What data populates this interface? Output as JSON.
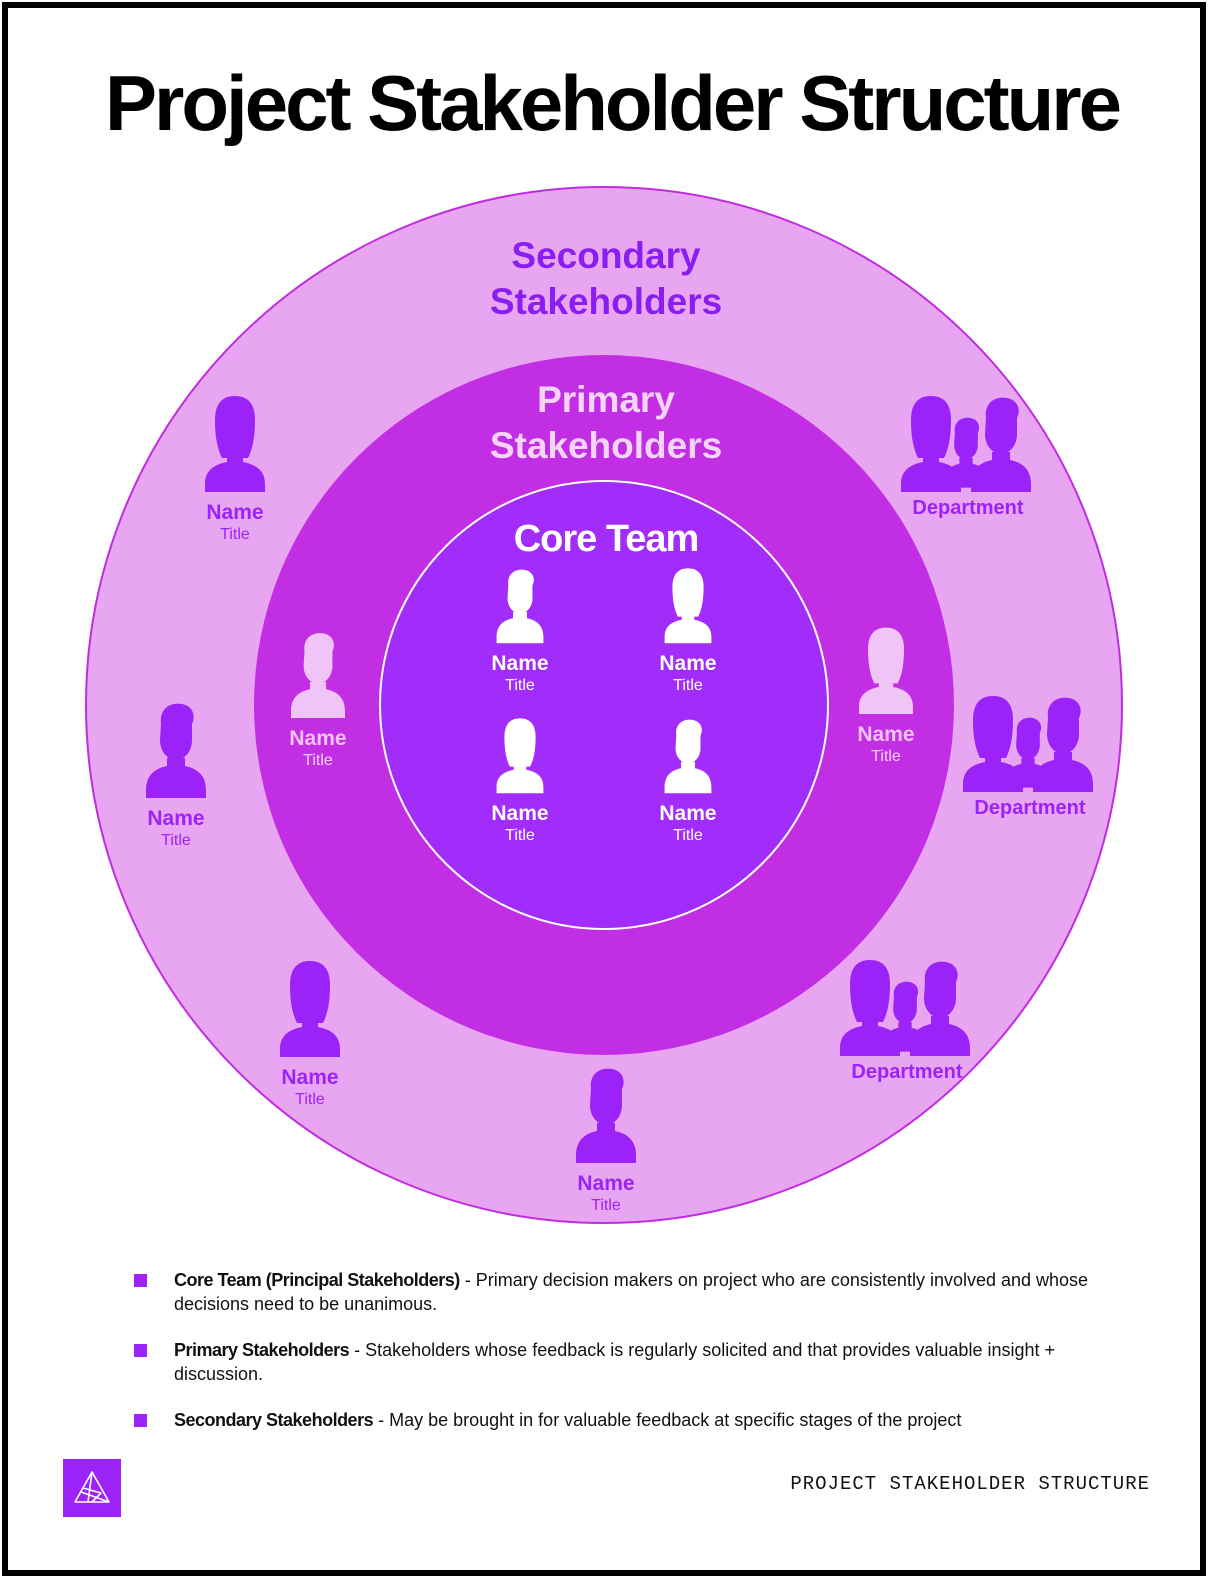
{
  "title": "Project Stakeholder Structure",
  "colors": {
    "secondary_ring": "#e8a6f2",
    "primary_ring": "#c22ee3",
    "core_circle": "#a22cf9",
    "accent": "#9b23f7",
    "light_person": "#f0c4f6"
  },
  "rings": {
    "secondary": {
      "line1": "Secondary",
      "line2": "Stakeholders"
    },
    "primary": {
      "line1": "Primary",
      "line2": "Stakeholders"
    },
    "core": {
      "label": "Core Team"
    }
  },
  "core_people": [
    {
      "name": "Name",
      "title": "Title",
      "icon": "man-icon"
    },
    {
      "name": "Name",
      "title": "Title",
      "icon": "woman-icon"
    },
    {
      "name": "Name",
      "title": "Title",
      "icon": "woman-icon"
    },
    {
      "name": "Name",
      "title": "Title",
      "icon": "man-icon"
    }
  ],
  "primary_people": [
    {
      "name": "Name",
      "title": "Title",
      "icon": "man-icon"
    },
    {
      "name": "Name",
      "title": "Title",
      "icon": "woman-icon"
    }
  ],
  "secondary_people": [
    {
      "name": "Name",
      "title": "Title",
      "icon": "woman-icon"
    },
    {
      "name": "Name",
      "title": "Title",
      "icon": "man-icon"
    },
    {
      "name": "Name",
      "title": "Title",
      "icon": "woman-icon"
    },
    {
      "name": "Name",
      "title": "Title",
      "icon": "man-icon"
    }
  ],
  "departments": [
    {
      "label": "Department",
      "icon": "group-icon"
    },
    {
      "label": "Department",
      "icon": "group-icon"
    },
    {
      "label": "Department",
      "icon": "group-icon"
    }
  ],
  "legend": [
    {
      "term": "Core Team (Principal Stakeholders)",
      "desc": " - Primary decision makers on project who are consistently involved and whose decisions need to be unanimous."
    },
    {
      "term": "Primary Stakeholders",
      "desc": " - Stakeholders whose feedback is regularly solicited and that provides valuable insight + discussion."
    },
    {
      "term": "Secondary Stakeholders",
      "desc": " -  May be brought in for valuable feedback at specific stages of the project"
    }
  ],
  "footer": "PROJECT STAKEHOLDER STRUCTURE"
}
